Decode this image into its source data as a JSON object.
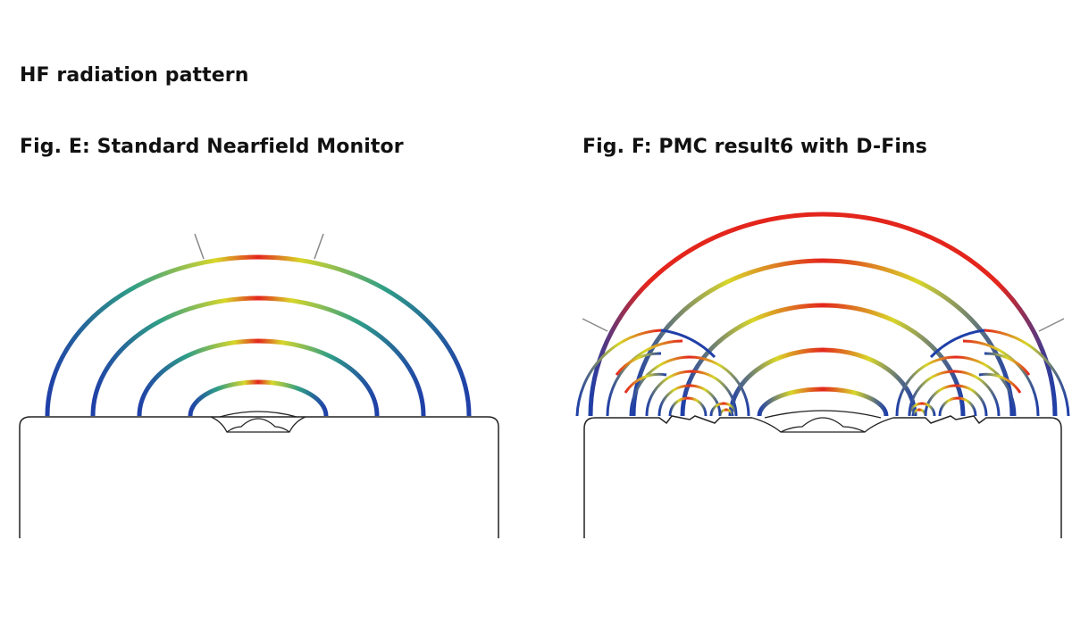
{
  "title": "HF radiation pattern",
  "figures": [
    {
      "id": "fig-e",
      "caption": "Fig. E: Standard Nearfield Monitor"
    },
    {
      "id": "fig-f",
      "caption": "Fig. F: PMC result6 with D-Fins"
    }
  ],
  "colors": {
    "outline": "#222222",
    "guide_line": "#888888",
    "wave_low": "#1f3fa8",
    "wave_mid": "#2f9e86",
    "wave_yellow": "#d8d62a",
    "wave_high": "#e3251c"
  }
}
